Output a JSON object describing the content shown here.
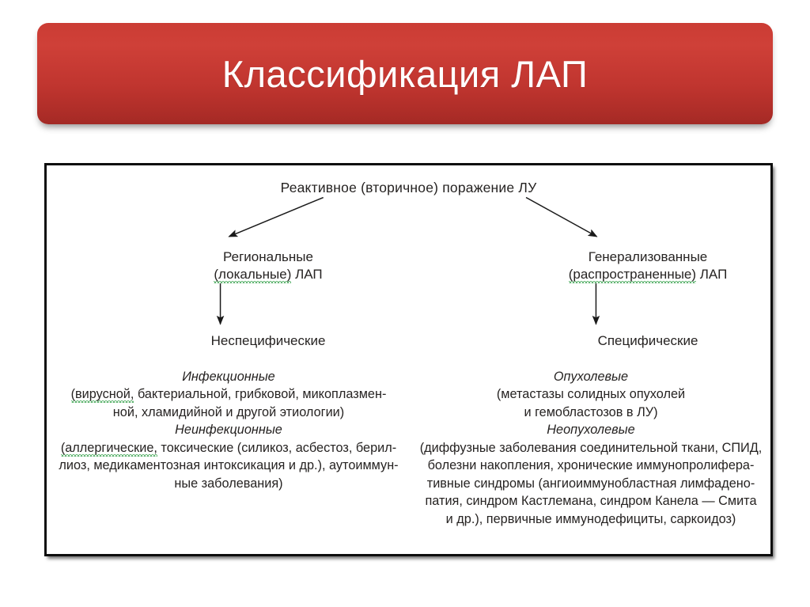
{
  "slide": {
    "title": "Классификация ЛАП",
    "background_color": "#ffffff",
    "banner_color_top": "#cf4038",
    "banner_color_bottom": "#a22a25",
    "banner_text_color": "#ffffff"
  },
  "diagram": {
    "frame_border_color": "#0d0d0d",
    "root": {
      "label": "Реактивное  (вторичное)  поражение  ЛУ"
    },
    "branches": [
      {
        "side": "left",
        "level1_line1": "Региональные",
        "level1_line2_paren": "(локальные)",
        "level1_line2_rest": " ЛАП",
        "level2": "Неспецифические",
        "groups": [
          {
            "heading": "Инфекционные",
            "lines": [
              {
                "squiggle": "(вирусной,",
                "rest": " бактериальной,  грибковой,  микоплазмен-"
              },
              {
                "squiggle": "",
                "rest": "ной, хламидийной и другой этиологии)"
              }
            ]
          },
          {
            "heading": "Неинфекционные",
            "lines": [
              {
                "squiggle": "(аллергические,",
                "rest": " токсические (силикоз,  асбестоз,  берил-"
              },
              {
                "squiggle": "",
                "rest": "лиоз, медикаментозная  интоксикация  и др.), аутоиммун-"
              },
              {
                "squiggle": "",
                "rest": "ные заболевания)"
              }
            ]
          }
        ]
      },
      {
        "side": "right",
        "level1_line1": "Генерализованные",
        "level1_line2_paren": "(распространенные)",
        "level1_line2_rest": " ЛАП",
        "level2": "Специфические",
        "groups": [
          {
            "heading": "Опухолевые",
            "lines": [
              {
                "squiggle": "",
                "rest": "(метастазы  солидных  опухолей"
              },
              {
                "squiggle": "",
                "rest": "и гемобластозов  в ЛУ)"
              }
            ]
          },
          {
            "heading": "Неопухолевые",
            "lines": [
              {
                "squiggle": "",
                "rest": "(диффузные заболевания  соединительной  ткани,  СПИД,"
              },
              {
                "squiggle": "",
                "rest": "болезни накопления,  хронические иммунопролифера-"
              },
              {
                "squiggle": "",
                "rest": "тивные синдромы (ангиоиммунобластная  лимфадено-"
              },
              {
                "squiggle": "",
                "rest": "патия, синдром Кастлемана,  синдром Канела — Смита"
              },
              {
                "squiggle": "",
                "rest": "и др.), первичные иммунодефициты, саркоидоз)"
              }
            ]
          }
        ]
      }
    ],
    "connectors": [
      {
        "name": "root-to-left",
        "type": "diagonal-arrow"
      },
      {
        "name": "root-to-right",
        "type": "diagonal-arrow"
      },
      {
        "name": "left-regional-to-nonspecific",
        "type": "vertical-arrow"
      },
      {
        "name": "right-generalized-to-specific",
        "type": "vertical-arrow"
      }
    ]
  }
}
